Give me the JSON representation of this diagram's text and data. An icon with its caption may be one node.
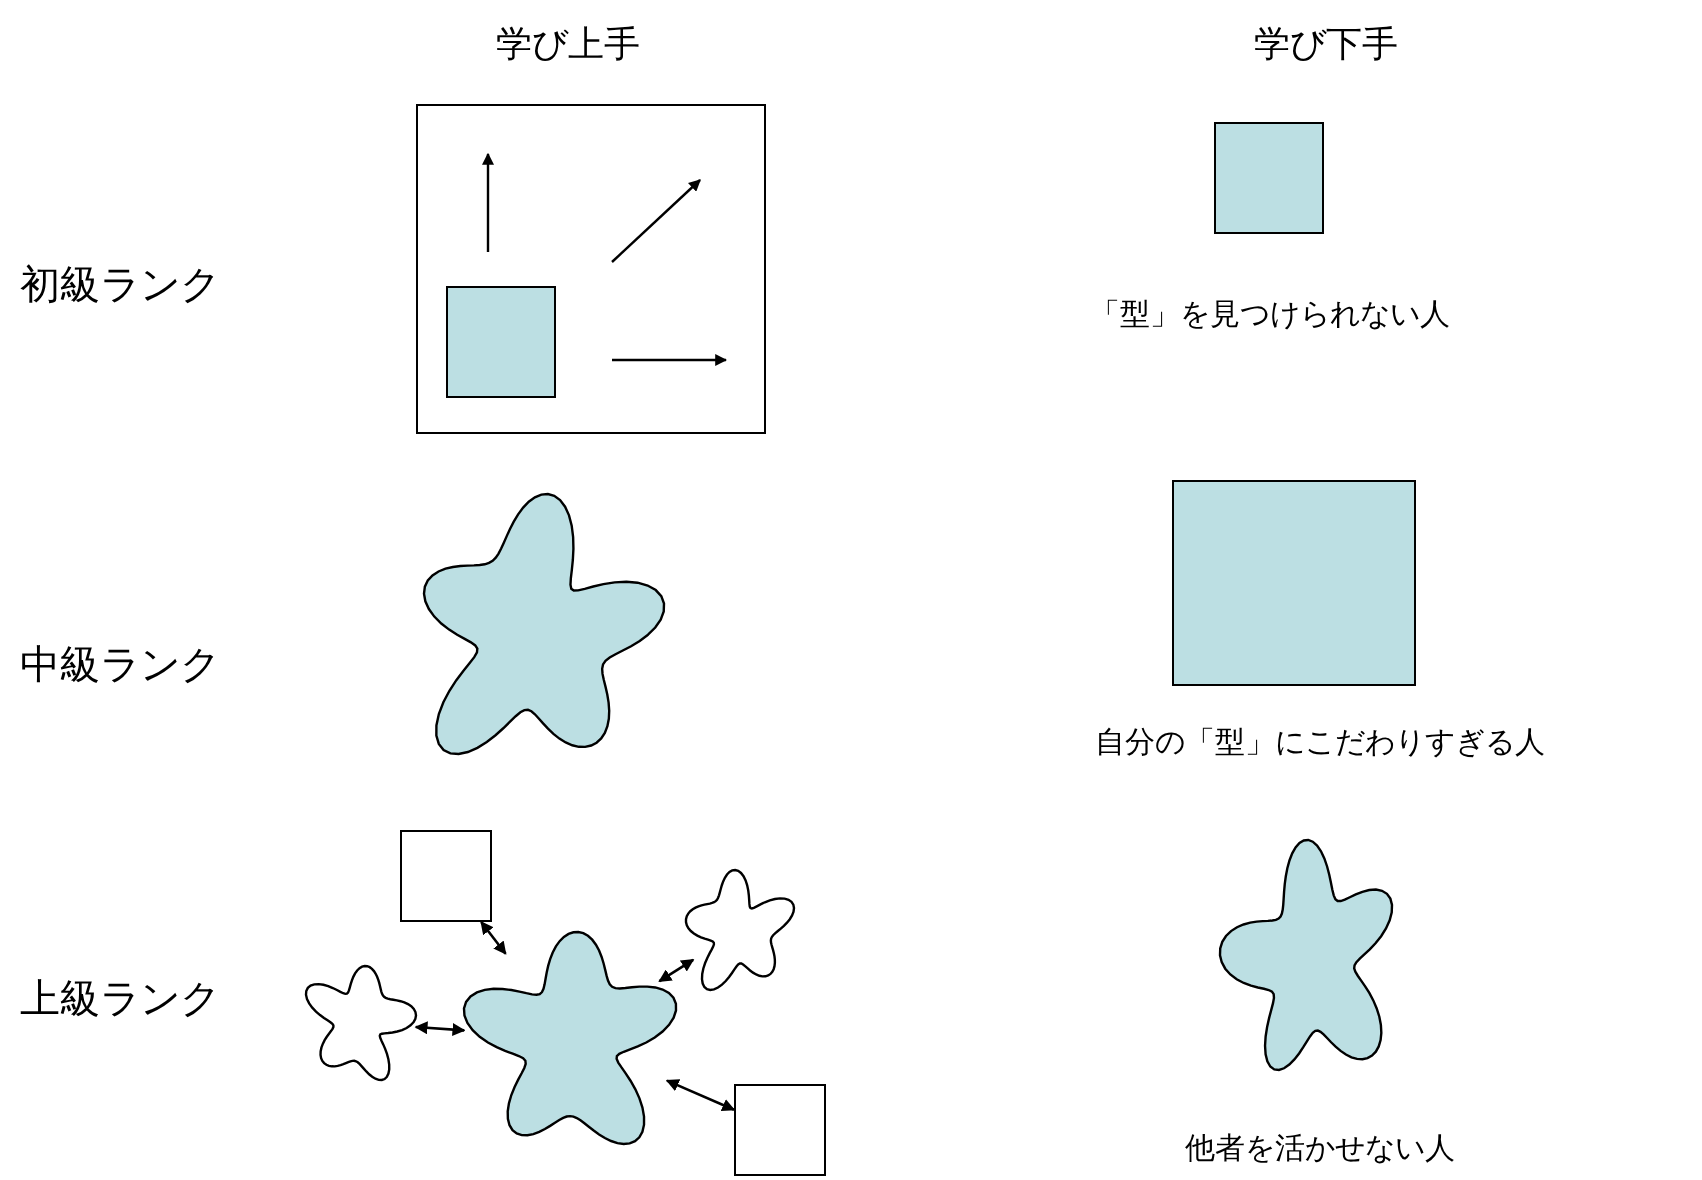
{
  "diagram": {
    "nodes": [
      {
        "text": [],
        "shape": "box"
      },
      {
        "text": [],
        "shape": "box",
        "in": 0
      },
      {
        "text": [],
        "shape": "box",
        "beside": [
          "「型」を見つけられない人"
        ]
      },
      {
        "text": [],
        "shape": "cloud"
      },
      {
        "text": [],
        "shape": "box",
        "beside": [
          "自分の「型」にこだわりすぎる人"
        ]
      },
      {
        "text": [],
        "shape": "box"
      },
      {
        "text": [],
        "shape": "cloud"
      },
      {
        "text": [],
        "shape": "cloud"
      },
      {
        "text": [],
        "shape": "cloud"
      },
      {
        "text": [],
        "shape": "box"
      },
      {
        "text": [],
        "shape": "cloud",
        "beside": [
          "他者を活かせない人"
        ]
      }
    ],
    "edges": [
      {
        "from": 5,
        "to": 8,
        "arrow": "both"
      },
      {
        "from": 6,
        "to": 8,
        "arrow": "both"
      },
      {
        "from": 7,
        "to": 8,
        "arrow": "both"
      },
      {
        "from": 9,
        "to": 8,
        "arrow": "both"
      }
    ],
    "labels": [
      "学び上手",
      "学び下手",
      "初級ランク",
      "中級ランク",
      "上級ランク"
    ]
  }
}
